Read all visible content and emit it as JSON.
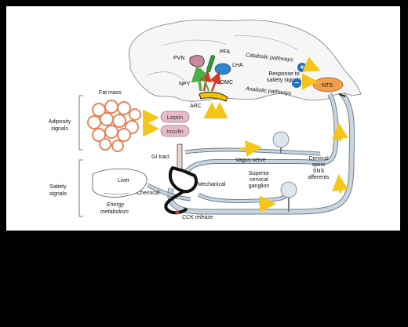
{
  "groups": {
    "adiposity": [
      "Adiposity",
      "signals"
    ],
    "satiety": [
      "Satiety",
      "signals"
    ]
  },
  "labels": {
    "fat_mass": "Fat mass",
    "leptin": "Leptin",
    "insulin": "Insulin",
    "gi_tract": "GI tract",
    "liver": "Liver",
    "chemical": "Chemical",
    "mechanical": "Mechanical",
    "energy_metabolism": [
      "Energy",
      "metabolism"
    ],
    "cck_release": "CCK release",
    "vagus_nerve": "Vagus nerve",
    "superior_cervical_ganglion": [
      "Superior",
      "cervical",
      "ganglion"
    ],
    "cervical_spine_sns_afferents": [
      "Cervical",
      "spine",
      "SNS",
      "afferents"
    ],
    "nts": "NTS",
    "pvn": "PVN",
    "pfa": "PFA",
    "lha": "LHA",
    "npy": "NPY",
    "pomc": "POMC",
    "arc": "ARC",
    "catabolic_pathways": "Catabolic pathways",
    "anabolic_pathways": "Anabolic pathways",
    "response_to_satiety": [
      "Response to",
      "satiety signals"
    ],
    "plus_sign": "+",
    "minus_sign": "−"
  },
  "colors": {
    "nerve_fill": "#c9d4dd",
    "nerve_stroke": "#6f7f8c",
    "arrow_yellow": "#f5c518",
    "fat_cell": "#e8845a",
    "hormone_pill": "#e6bccb",
    "nts_orange": "#f0a04b",
    "pvn_mauve": "#c98aa0",
    "lha_blue": "#2f86c8",
    "pfa_green": "#2f9a3a",
    "arc_yellow": "#f2c200",
    "pathway_red": "#d23a2a",
    "pathway_green": "#49b048",
    "sign_blue": "#1e6fc0"
  }
}
